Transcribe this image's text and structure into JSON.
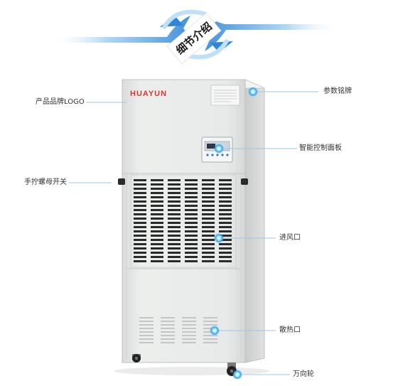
{
  "banner": {
    "title": "细节介绍",
    "accent_color": "#2f86d8"
  },
  "product": {
    "brand": "HUAYUN",
    "body_color": "#e9ebea",
    "brand_color": "#d9362f"
  },
  "callouts": {
    "brand_logo": "产品品牌LOGO",
    "nameplate": "参数铭牌",
    "control_panel": "智能控制面板",
    "knob_switch": "手拧螺母开关",
    "air_inlet": "进风口",
    "heat_outlet": "散热口",
    "caster": "万向轮"
  },
  "icons": {
    "banner_arrows": "circular-arrows-icon",
    "callout_marker": "glowing-dot-icon"
  }
}
